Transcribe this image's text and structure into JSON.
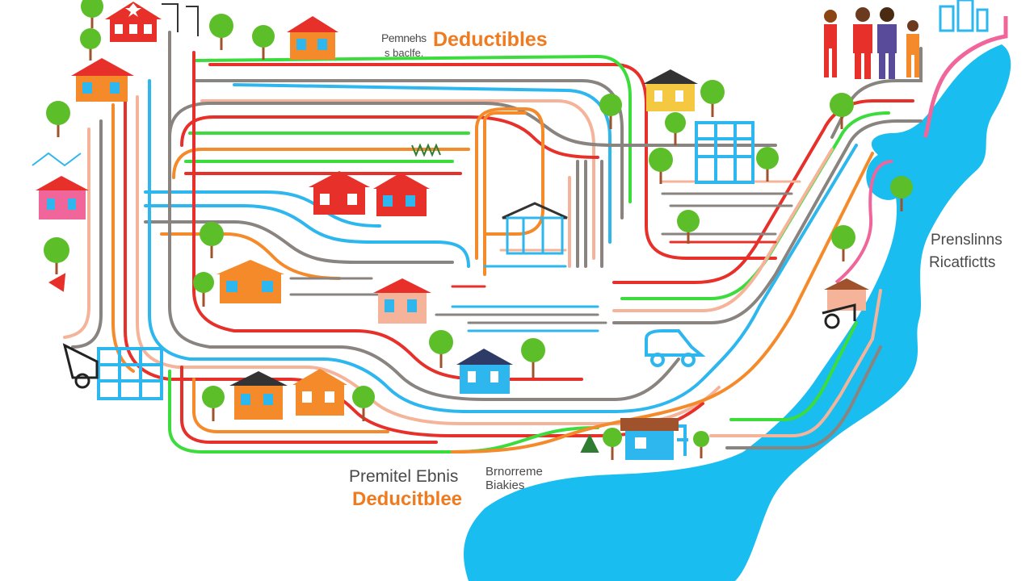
{
  "labels": {
    "top_title": "Deductibles",
    "top_small_1": "Pemnehs",
    "top_small_2": "s baclfe.",
    "right_1": "Prenslinns",
    "right_2": "Ricatfictts",
    "bottom_1": "Premitel Ebnis",
    "bottom_2": "Deducitblee",
    "bottom_3a": "Brnorreme",
    "bottom_3b": "Biakies"
  },
  "colors": {
    "background": "#ffffff",
    "water": "#19bdf0",
    "accent_orange": "#f07a1e",
    "road_red": "#e8302a",
    "road_orange": "#f58a2b",
    "road_green": "#3ddc3d",
    "road_blue": "#2db7ee",
    "road_gray": "#8a8480",
    "road_peach": "#f5b49a",
    "road_pink": "#f0669a",
    "tree_green": "#5cbf2a",
    "label_gray": "#4a4a4a"
  },
  "icons": [
    "house-icon",
    "tree-icon",
    "building-icon",
    "family-icon",
    "car-icon"
  ]
}
